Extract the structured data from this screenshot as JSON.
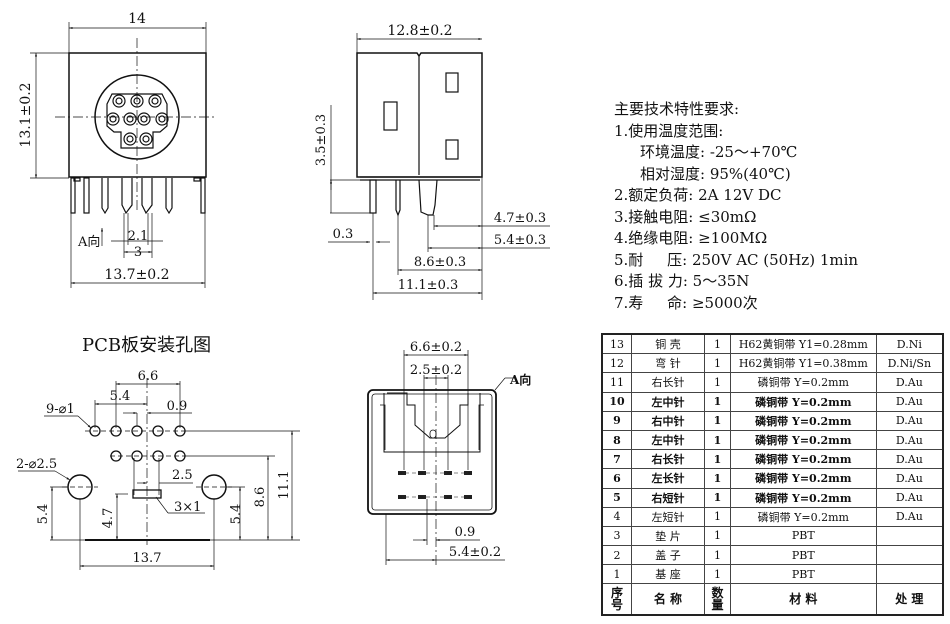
{
  "front_view": {
    "dim_width": "14",
    "dim_height": "13.1±0.2",
    "dim_pin_span": "13.7±0.2",
    "dim_pin_pitch_a": "2.1",
    "dim_pin_pitch_b": "3",
    "direction_label": "A向"
  },
  "side_view": {
    "dim_length": "12.8±0.2",
    "dim_pin_height": "3.5±0.3",
    "dim_pin_thickness": "0.3",
    "dim_a": "4.7±0.3",
    "dim_b": "5.4±0.3",
    "dim_c": "8.6±0.3",
    "dim_d": "11.1±0.3"
  },
  "pcb_layout": {
    "title": "PCB板安装孔图",
    "dim_outer": "6.6",
    "dim_inner": "5.4",
    "dim_offset": "0.9",
    "hole_label": "9-⌀1",
    "mount_hole_label": "2-⌀2.5",
    "dim_row_pitch": "2.5",
    "slot_label": "3×1",
    "dim_left_height": "5.4",
    "dim_slot_height": "4.7",
    "dim_right_height": "5.4",
    "dim_row2_height": "8.6",
    "dim_row1_height": "11.1",
    "dim_mount_span": "13.7"
  },
  "bottom_view": {
    "dim_outer": "6.6±0.2",
    "dim_inner": "2.5±0.2",
    "direction_label": "A向",
    "dim_offset": "0.9",
    "dim_side": "5.4±0.2"
  },
  "specs": {
    "title": "主要技术特性要求:",
    "lines": [
      {
        "text": "1.使用温度范围:",
        "indent": false
      },
      {
        "text": "环境温度: -25～+70℃",
        "indent": true
      },
      {
        "text": "相对湿度: 95%(40℃)",
        "indent": true
      },
      {
        "text": "2.额定负荷: 2A 12V DC",
        "indent": false
      },
      {
        "text": "3.接触电阻: ≤30mΩ",
        "indent": false
      },
      {
        "text": "4.绝缘电阻: ≥100MΩ",
        "indent": false
      },
      {
        "text": "5.耐     压: 250V AC (50Hz) 1min",
        "indent": false
      },
      {
        "text": "6.插 拔 力: 5～35N",
        "indent": false
      },
      {
        "text": "7.寿     命: ≥5000次",
        "indent": false
      }
    ]
  },
  "bom": {
    "rows": [
      {
        "no": "13",
        "name": "铜 壳",
        "qty": "1",
        "material": "H62黄铜带 Y1=0.28mm",
        "finish": "D.Ni"
      },
      {
        "no": "12",
        "name": "弯 针",
        "qty": "1",
        "material": "H62黄铜带 Y1=0.38mm",
        "finish": "D.Ni/Sn"
      },
      {
        "no": "11",
        "name": "右长针",
        "qty": "1",
        "material": "磷铜带 Y=0.2mm",
        "finish": "D.Au"
      },
      {
        "no": "10",
        "name": "左中针",
        "qty": "1",
        "material": "磷铜带 Y=0.2mm",
        "finish": "D.Au"
      },
      {
        "no": "9",
        "name": "右中针",
        "qty": "1",
        "material": "磷铜带 Y=0.2mm",
        "finish": "D.Au"
      },
      {
        "no": "8",
        "name": "左中针",
        "qty": "1",
        "material": "磷铜带 Y=0.2mm",
        "finish": "D.Au"
      },
      {
        "no": "7",
        "name": "右长针",
        "qty": "1",
        "material": "磷铜带 Y=0.2mm",
        "finish": "D.Au"
      },
      {
        "no": "6",
        "name": "左长针",
        "qty": "1",
        "material": "磷铜带 Y=0.2mm",
        "finish": "D.Au"
      },
      {
        "no": "5",
        "name": "右短针",
        "qty": "1",
        "material": "磷铜带 Y=0.2mm",
        "finish": "D.Au"
      },
      {
        "no": "4",
        "name": "左短针",
        "qty": "1",
        "material": "磷铜带 Y=0.2mm",
        "finish": "D.Au"
      },
      {
        "no": "3",
        "name": "垫 片",
        "qty": "1",
        "material": "PBT",
        "finish": ""
      },
      {
        "no": "2",
        "name": "盖 子",
        "qty": "1",
        "material": "PBT",
        "finish": ""
      },
      {
        "no": "1",
        "name": "基 座",
        "qty": "1",
        "material": "PBT",
        "finish": ""
      }
    ],
    "header": {
      "no": "序号",
      "name": "名    称",
      "qty": "数量",
      "material": "材    料",
      "finish": "处    理"
    }
  }
}
